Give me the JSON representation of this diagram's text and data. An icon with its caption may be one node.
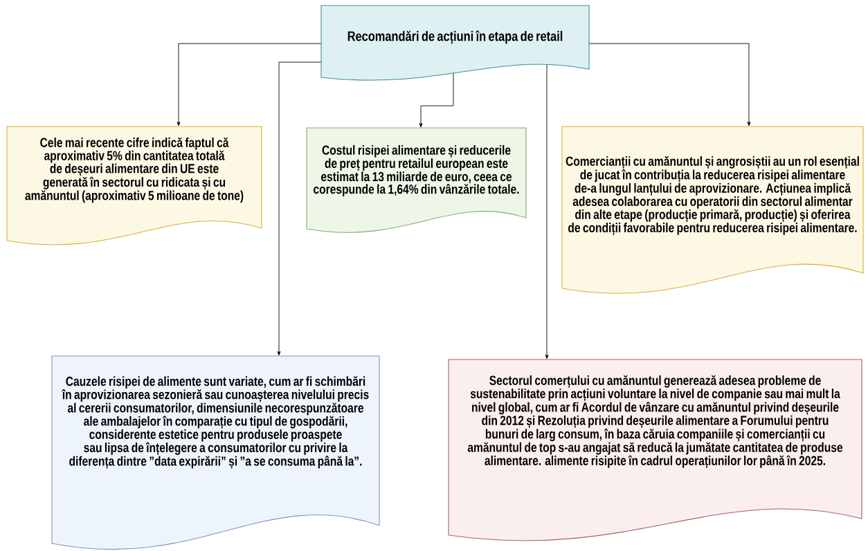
{
  "diagram": {
    "nodes": [
      {
        "text": [
          "Recomandări de acțiuni în etapa de retail"
        ]
      },
      {
        "text": [
          "Cele mai recente cifre indică faptul că aproximativ 5% din cantitatea totală de deșeuri alimentare din UE este generată în sectorul cu ridicata și cu amănuntul (aproximativ 5 milioane de tone)"
        ]
      },
      {
        "text": [
          "Costul risipei alimentare și reducerile de preț pentru retailul european este estimat la 13 miliarde de euro, ceea ce corespunde la 1,64% din vânzările totale."
        ]
      },
      {
        "text": [
          "Comercianții cu amănuntul și angrosiștii au un rol esențial de jucat în contribuția la reducerea risipei alimentare de-a lungul lanțului de aprovizionare. Acțiunea implică adesea colaborarea cu operatorii din sectorul alimentar din alte etape (producție primară, producție) și oferirea de condiții favorabile pentru reducerea risipei alimentare."
        ]
      },
      {
        "text": [
          "Cauzele risipei de alimente sunt variate, cum ar fi schimbări în aprovizionarea sezonieră sau cunoașterea nivelului precis al cererii consumatorilor, dimensiunile necorespunzătoare ale ambalajelor în comparație cu tipul de gospodării, considerente estetice pentru produsele proaspete sau lipsa de înțelegere a consumatorilor cu privire la diferența dintre ”data expirării” și ”a se consuma până la”."
        ]
      },
      {
        "text": [
          "Sectorul comerțului cu amănuntul generează adesea probleme de sustenabilitate prin acțiuni voluntare la nivel de companie sau mai mult la nivel global, cum ar fi Acordul de vânzare cu amănuntul privind deșeurile din 2012 și Rezoluția privind deșeurile alimentare a Forumului pentru bunuri de larg consum, în baza căruia companiile și comercianții cu amănuntul de top s-au angajat să reducă la jumătate cantitatea de produse alimentare. alimente risipite în cadrul operațiunilor lor până în 2025."
        ]
      }
    ],
    "edges": [
      {
        "from": 0,
        "to": 1,
        "arrow": "to"
      },
      {
        "from": 0,
        "to": 4,
        "arrow": "to"
      },
      {
        "from": 0,
        "to": 2,
        "arrow": "to"
      },
      {
        "from": 0,
        "to": 5,
        "arrow": "to"
      },
      {
        "from": 0,
        "to": 3,
        "arrow": "to"
      }
    ]
  }
}
